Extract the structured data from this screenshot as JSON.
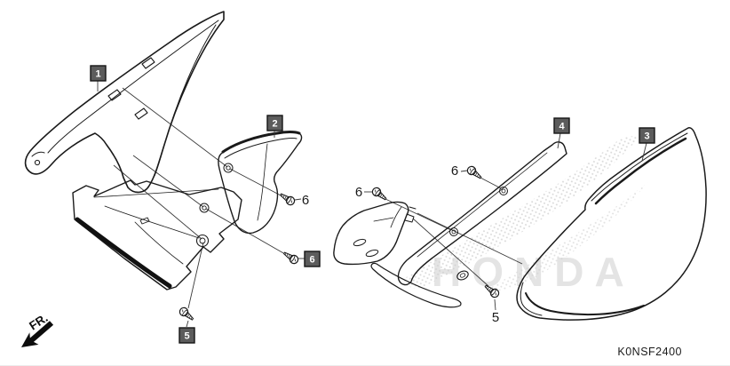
{
  "diagram": {
    "code": "K0NSF2400",
    "direction_label": "FR.",
    "watermark": "HONDA"
  },
  "callouts": {
    "boxed": [
      {
        "label": "1"
      },
      {
        "label": "2"
      },
      {
        "label": "3"
      },
      {
        "label": "4"
      },
      {
        "label": "5"
      },
      {
        "label": "6"
      }
    ],
    "plain": [
      {
        "label": "6"
      },
      {
        "label": "6"
      },
      {
        "label": "6"
      },
      {
        "label": "5"
      }
    ]
  },
  "colors": {
    "background": "#ffffff",
    "line_art": "#1a1a1a",
    "callout_fill": "#5c5c5c",
    "callout_border": "#151515",
    "callout_text": "#ffffff",
    "watermark": "#cfcfcf"
  }
}
